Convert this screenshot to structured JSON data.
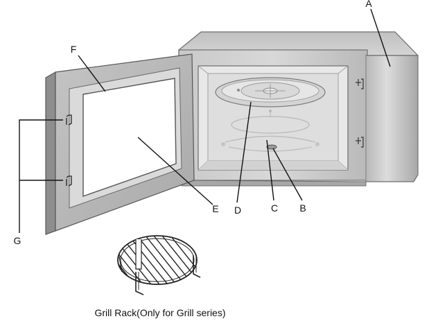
{
  "labels": {
    "a": "A",
    "b": "B",
    "c": "C",
    "d": "D",
    "e": "E",
    "f": "F",
    "g": "G"
  },
  "caption": "Grill Rack(Only for Grill series)"
}
